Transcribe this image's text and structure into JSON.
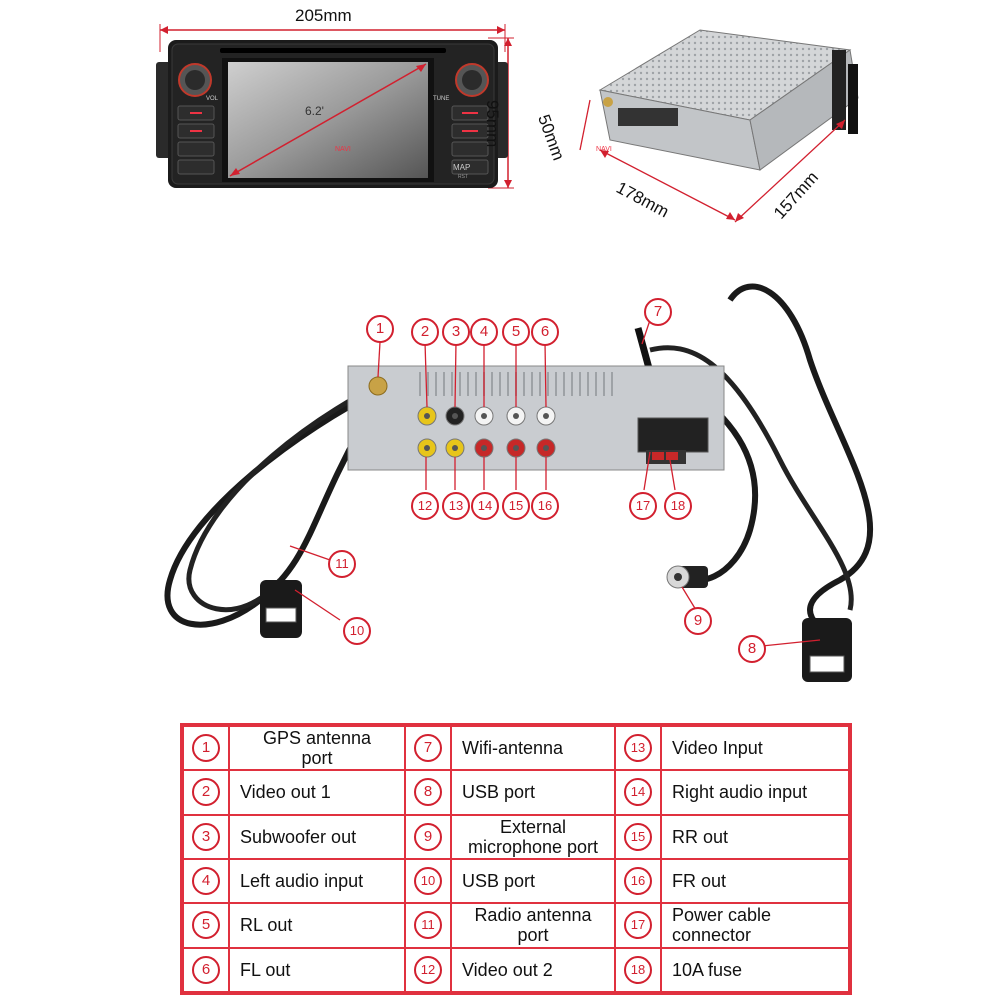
{
  "dimensions": {
    "width": "205mm",
    "height": "95mm",
    "screen": "6.2'",
    "depth_side": "50mm",
    "length": "178mm",
    "depth_back": "157mm"
  },
  "head_unit_labels": {
    "vol": "VOL",
    "tune": "TUNE",
    "nav": "NAVI",
    "map": "MAP",
    "rst": "RST"
  },
  "callouts": [
    "1",
    "2",
    "3",
    "4",
    "5",
    "6",
    "7",
    "8",
    "9",
    "10",
    "11",
    "12",
    "13",
    "14",
    "15",
    "16",
    "17",
    "18"
  ],
  "legend": [
    {
      "num": "1",
      "label": "GPS antenna port"
    },
    {
      "num": "2",
      "label": "Video out 1"
    },
    {
      "num": "3",
      "label": "Subwoofer out"
    },
    {
      "num": "4",
      "label": "Left audio input"
    },
    {
      "num": "5",
      "label": "RL out"
    },
    {
      "num": "6",
      "label": "FL out"
    },
    {
      "num": "7",
      "label": "Wifi-antenna"
    },
    {
      "num": "8",
      "label": "USB port"
    },
    {
      "num": "9",
      "label": "External microphone port"
    },
    {
      "num": "10",
      "label": "USB port"
    },
    {
      "num": "11",
      "label": "Radio antenna port"
    },
    {
      "num": "12",
      "label": "Video out 2"
    },
    {
      "num": "13",
      "label": "Video Input"
    },
    {
      "num": "14",
      "label": "Right audio input"
    },
    {
      "num": "15",
      "label": "RR out"
    },
    {
      "num": "16",
      "label": "FR out"
    },
    {
      "num": "17",
      "label": "Power cable connector"
    },
    {
      "num": "18",
      "label": "10A fuse"
    }
  ],
  "colors": {
    "accent": "#e0313f",
    "dimension": "#d2202f"
  }
}
